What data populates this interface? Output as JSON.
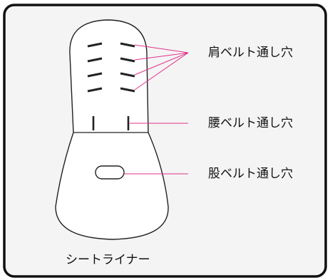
{
  "labels": {
    "shoulder": "肩ベルト通し穴",
    "waist": "腰ベルト通し穴",
    "crotch": "股ベルト通し穴",
    "caption": "シートライナー"
  },
  "colors": {
    "frame_fill": "#f4f4f4",
    "frame_stroke": "#111111",
    "liner_fill": "#ffffff",
    "liner_stroke": "#222222",
    "leader": "#e0328a"
  }
}
